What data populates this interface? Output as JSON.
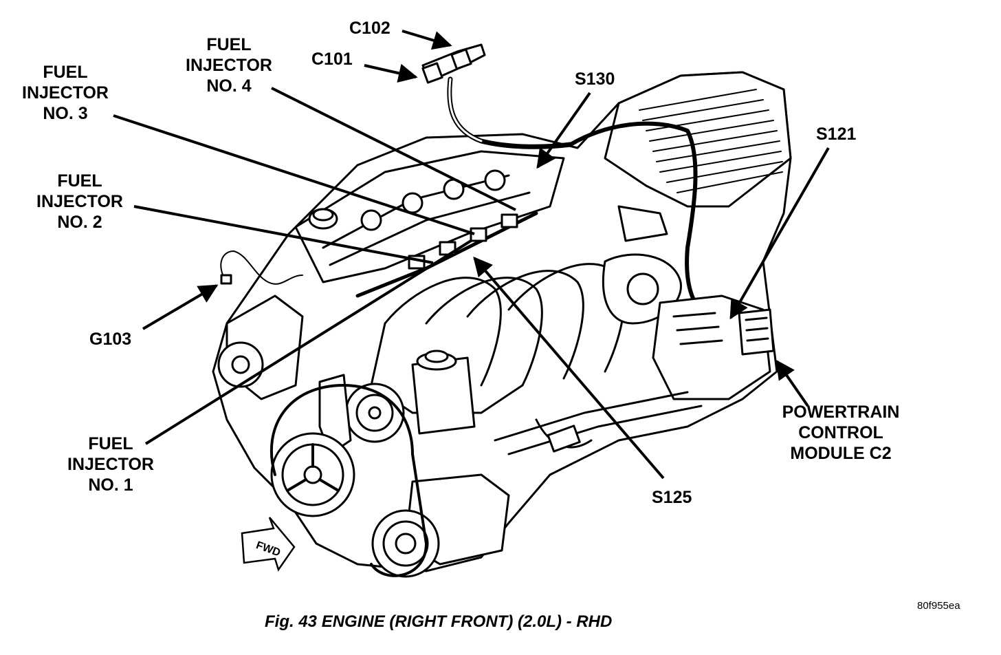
{
  "labels": {
    "c102": "C102",
    "c101": "C101",
    "fuel_injector_4": [
      "FUEL",
      "INJECTOR",
      "NO. 4"
    ],
    "fuel_injector_3": [
      "FUEL",
      "INJECTOR",
      "NO. 3"
    ],
    "fuel_injector_2": [
      "FUEL",
      "INJECTOR",
      "NO. 2"
    ],
    "fuel_injector_1": [
      "FUEL",
      "INJECTOR",
      "NO. 1"
    ],
    "s130": "S130",
    "s121": "S121",
    "s125": "S125",
    "g103": "G103",
    "pcm": [
      "POWERTRAIN",
      "CONTROL",
      "MODULE C2"
    ],
    "fwd": "FWD"
  },
  "caption": "Fig. 43 ENGINE (RIGHT FRONT) (2.0L) - RHD",
  "image_code": "80f955ea"
}
